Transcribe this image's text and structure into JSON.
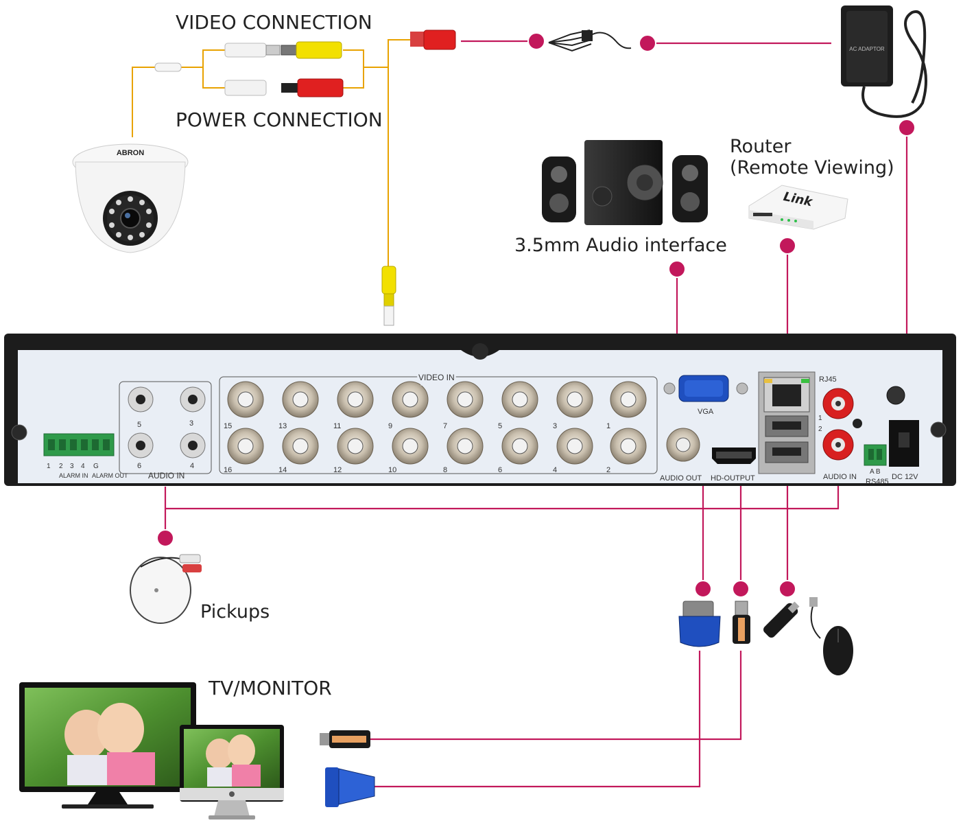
{
  "labels": {
    "video_connection": "VIDEO CONNECTION",
    "power_connection": "POWER CONNECTION",
    "audio_interface": "3.5mm Audio interface",
    "router_line1": "Router",
    "router_line2": "(Remote Viewing)",
    "pickups": "Pickups",
    "tv_monitor": "TV/MONITOR"
  },
  "camera": {
    "brand": "ABRON"
  },
  "router": {
    "brand": "Link"
  },
  "adapter": {
    "text": "AC ADAPTOR"
  },
  "dvr": {
    "video_in": "VIDEO IN",
    "audio_in": "AUDIO IN",
    "alarm_in": "ALARM IN",
    "alarm_out": "ALARM OUT",
    "alarm_pins": [
      "1",
      "2",
      "3",
      "4",
      "G"
    ],
    "audio_channels": [
      "5",
      "3",
      "6",
      "4"
    ],
    "bnc_top": [
      "15",
      "13",
      "11",
      "9",
      "7",
      "5",
      "3",
      "1"
    ],
    "bnc_bottom": [
      "16",
      "14",
      "12",
      "10",
      "8",
      "6",
      "4",
      "2"
    ],
    "vga": "VGA",
    "audio_out": "AUDIO OUT",
    "hd_output": "HD-OUTPUT",
    "rj45": "RJ45",
    "usb_num": [
      "1",
      "2"
    ],
    "audio_in_right": "AUDIO IN",
    "rs485": "RS485",
    "rs485_pins": "A  B",
    "dc12v": "DC 12V"
  },
  "colors": {
    "wire": "#c2185b",
    "yellow_wire": "#e8a200",
    "dvr_body": "#1c1c1c",
    "panel": "#e9eef5",
    "rca_yellow": "#f2e000",
    "rca_red": "#e02020",
    "terminal_green": "#2f9a4a",
    "vga_blue": "#1f4fbf"
  }
}
